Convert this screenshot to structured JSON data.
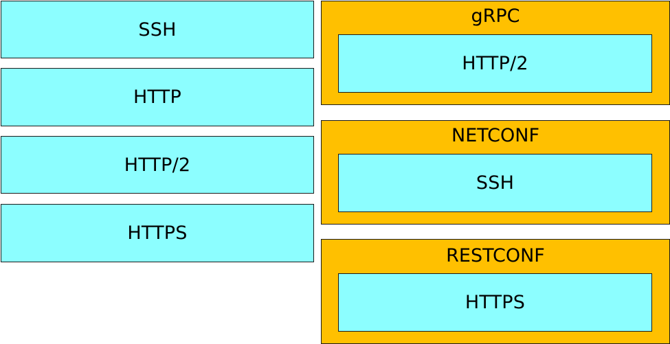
{
  "left_column": {
    "items": [
      {
        "label": "SSH"
      },
      {
        "label": "HTTP"
      },
      {
        "label": "HTTP/2"
      },
      {
        "label": "HTTPS"
      }
    ]
  },
  "right_column": {
    "groups": [
      {
        "title": "gRPC",
        "inner": "HTTP/2"
      },
      {
        "title": "NETCONF",
        "inner": "SSH"
      },
      {
        "title": "RESTCONF",
        "inner": "HTTPS"
      }
    ]
  },
  "colors": {
    "protocol_box": "#8cfeff",
    "container": "#ffc000",
    "border": "#1a1a1a"
  }
}
